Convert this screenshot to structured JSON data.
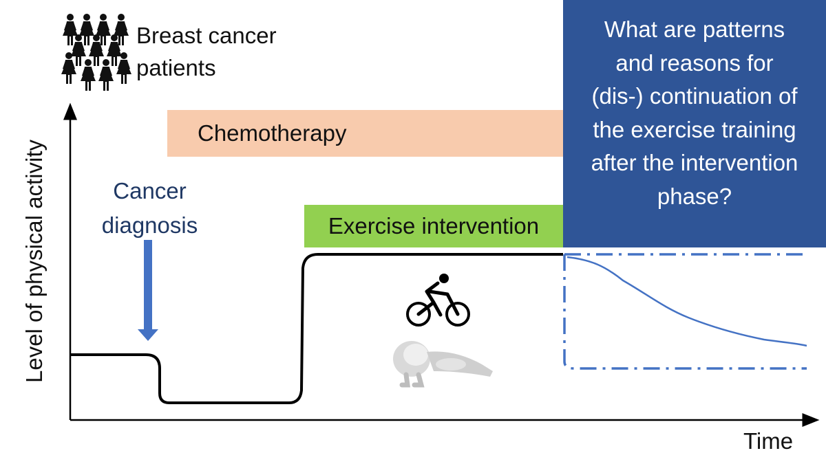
{
  "population": {
    "label": "Breast cancer\npatients",
    "icon": "women-group-icon"
  },
  "phases": {
    "chemotherapy": "Chemotherapy",
    "exercise_intervention": "Exercise intervention"
  },
  "events": {
    "diagnosis": "Cancer\ndiagnosis"
  },
  "research_question": "What are patterns\nand reasons for\n(dis-) continuation of\nthe exercise training\nafter the intervention\nphase?",
  "axes": {
    "y_label": "Level of physical activity",
    "x_label": "Time"
  },
  "illustrations": [
    "cyclist-icon",
    "push-up-figure-icon"
  ],
  "colors": {
    "chemotherapy_bar": "#f8cbad",
    "exercise_bar": "#92d050",
    "question_box": "#2f5597",
    "diagnosis_text": "#1f3864",
    "arrow": "#4472c4",
    "activity_line": "#000000",
    "post_intervention_line": "#4472c4"
  }
}
